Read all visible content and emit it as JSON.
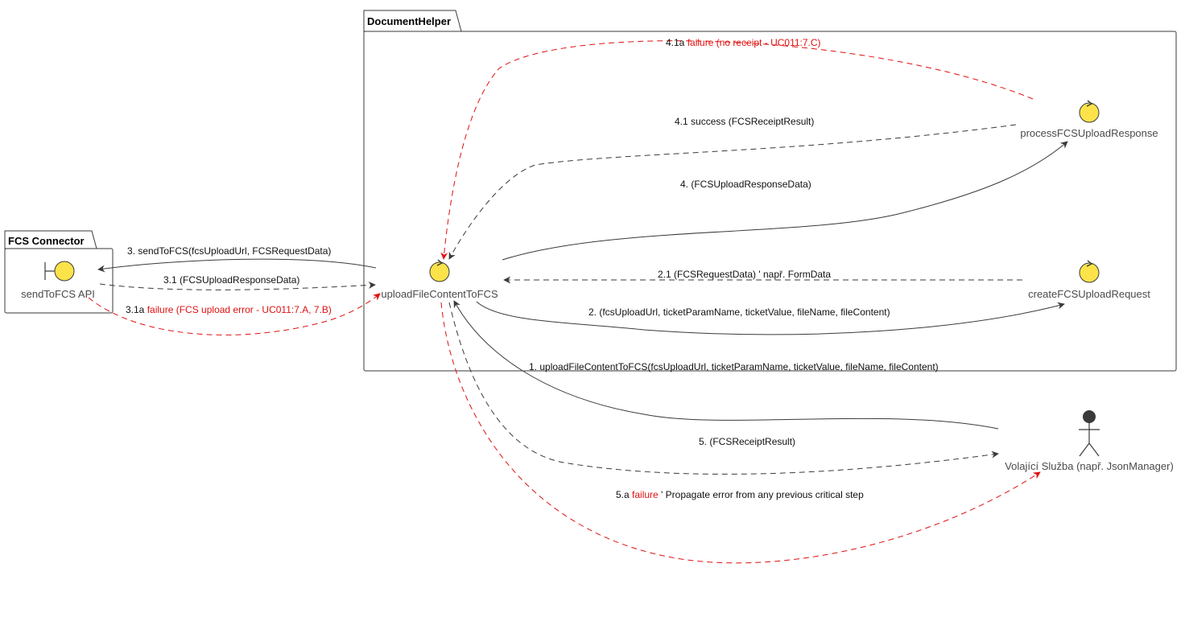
{
  "packages": {
    "document_helper": "DocumentHelper",
    "fcs_connector": "FCS Connector"
  },
  "nodes": {
    "upload": "uploadFileContentToFCS",
    "process": "processFCSUploadResponse",
    "create": "createFCSUploadRequest",
    "send_api": "sendToFCS API",
    "caller": "Volající Služba (např. JsonManager)"
  },
  "messages": {
    "m41a": {
      "prefix": "4.1a ",
      "red": "failure (no receipt - UC011:7.C)",
      "suffix": ""
    },
    "m41": {
      "prefix": "4.1 success (FCSReceiptResult)",
      "red": "",
      "suffix": ""
    },
    "m4": {
      "prefix": "4. (FCSUploadResponseData)",
      "red": "",
      "suffix": ""
    },
    "m3": {
      "prefix": "3. sendToFCS(fcsUploadUrl, FCSRequestData)",
      "red": "",
      "suffix": ""
    },
    "m31": {
      "prefix": "3.1 (FCSUploadResponseData)",
      "red": "",
      "suffix": ""
    },
    "m31a": {
      "prefix": "3.1a ",
      "red": "failure (FCS upload error - UC011:7.A, 7.B)",
      "suffix": ""
    },
    "m21": {
      "prefix": "2.1 (FCSRequestData) ' např. FormData",
      "red": "",
      "suffix": ""
    },
    "m2": {
      "prefix": "2. (fcsUploadUrl, ticketParamName, ticketValue, fileName, fileContent)",
      "red": "",
      "suffix": ""
    },
    "m1": {
      "prefix": "1. uploadFileContentToFCS(fcsUploadUrl, ticketParamName, ticketValue, fileName, fileContent)",
      "red": "",
      "suffix": ""
    },
    "m5": {
      "prefix": "5. (FCSReceiptResult)",
      "red": "",
      "suffix": ""
    },
    "m5a": {
      "prefix": "5.a ",
      "red": "failure",
      "suffix": " ' Propagate error from any previous critical step"
    }
  },
  "colors": {
    "control_fill": "#fde34a",
    "stroke": "#3a3a3a",
    "failure": "#e01010",
    "actor": "#3a3a3a"
  }
}
